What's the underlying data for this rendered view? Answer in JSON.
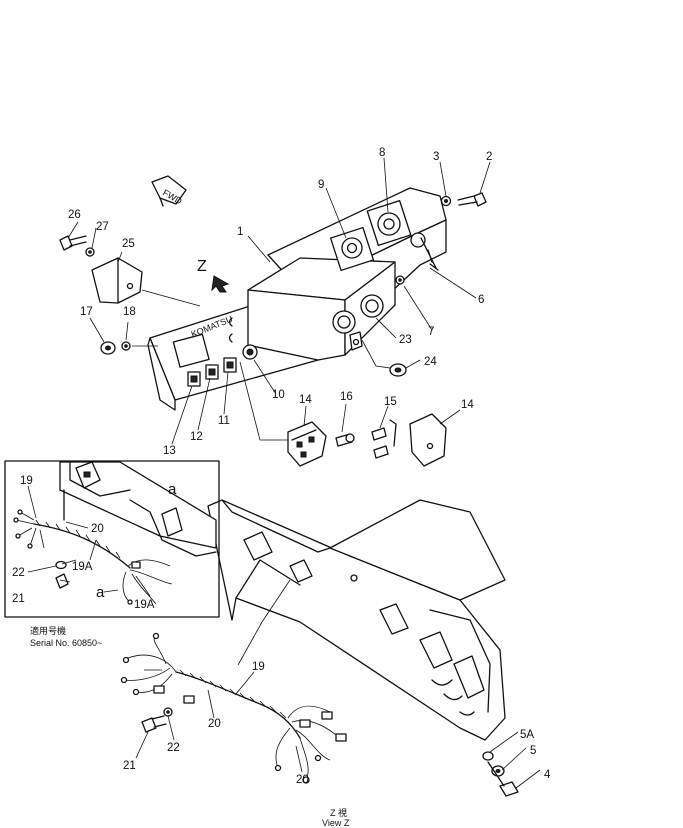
{
  "callouts": [
    {
      "id": "c1",
      "text": "1"
    },
    {
      "id": "c2",
      "text": "2"
    },
    {
      "id": "c3",
      "text": "3"
    },
    {
      "id": "c4",
      "text": "4"
    },
    {
      "id": "c5",
      "text": "5"
    },
    {
      "id": "c5a",
      "text": "5A"
    },
    {
      "id": "c6",
      "text": "6"
    },
    {
      "id": "c7",
      "text": "7"
    },
    {
      "id": "c8",
      "text": "8"
    },
    {
      "id": "c9",
      "text": "9"
    },
    {
      "id": "c10",
      "text": "10"
    },
    {
      "id": "c11",
      "text": "11"
    },
    {
      "id": "c12",
      "text": "12"
    },
    {
      "id": "c13",
      "text": "13"
    },
    {
      "id": "c14a",
      "text": "14"
    },
    {
      "id": "c14b",
      "text": "14"
    },
    {
      "id": "c15",
      "text": "15"
    },
    {
      "id": "c16",
      "text": "16"
    },
    {
      "id": "c17",
      "text": "17"
    },
    {
      "id": "c18",
      "text": "18"
    },
    {
      "id": "c19",
      "text": "19"
    },
    {
      "id": "c20a",
      "text": "20"
    },
    {
      "id": "c20b",
      "text": "20"
    },
    {
      "id": "c21",
      "text": "21"
    },
    {
      "id": "c22",
      "text": "22"
    },
    {
      "id": "c23",
      "text": "23"
    },
    {
      "id": "c24",
      "text": "24"
    },
    {
      "id": "c25",
      "text": "25"
    },
    {
      "id": "c26",
      "text": "26"
    },
    {
      "id": "c27",
      "text": "27"
    },
    {
      "id": "i19",
      "text": "19"
    },
    {
      "id": "i20",
      "text": "20"
    },
    {
      "id": "i19a1",
      "text": "19A"
    },
    {
      "id": "i19a2",
      "text": "19A"
    },
    {
      "id": "i21",
      "text": "21"
    },
    {
      "id": "i22",
      "text": "22"
    },
    {
      "id": "ia1",
      "text": "a"
    },
    {
      "id": "ia2",
      "text": "a"
    }
  ],
  "view_marker": "Z",
  "panel_brand": "KOMATSU",
  "fwd_marker": "FWD",
  "inset_serial_jp": "適用号機",
  "inset_serial": "Serial No. 60850~",
  "view_caption_top": "Z 視",
  "view_caption_bottom": "View Z"
}
